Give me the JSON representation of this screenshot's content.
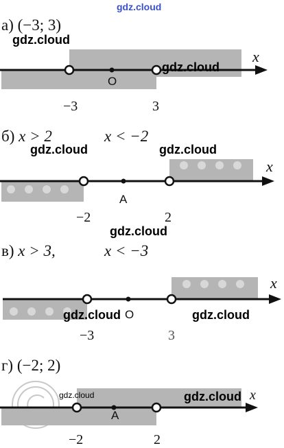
{
  "watermark_top": "gdz.cloud",
  "watermark": "gdz.cloud",
  "axis_letter": "x",
  "parts": {
    "a": {
      "label": "а) (−3; 3)",
      "point": "O",
      "left_tick": "−3",
      "right_tick": "3"
    },
    "b": {
      "label_prefix": "б) ",
      "ineq1": "x > 2",
      "ineq2": "x < −2",
      "point": "A",
      "left_tick": "−2",
      "right_tick": "2"
    },
    "v": {
      "label_prefix": "в) ",
      "ineq1": "x > 3,",
      "ineq2": "x < −3",
      "point": "O",
      "left_tick": "−3",
      "right_tick": "3"
    },
    "g": {
      "label": "г) (−2; 2)",
      "point": "A",
      "left_tick": "−2",
      "right_tick": "2"
    }
  },
  "colors": {
    "shade": "#b5b5b5",
    "dot_fill": "#d8d8d8",
    "line": "#111111",
    "watermark_top": "#3a4fd0"
  }
}
